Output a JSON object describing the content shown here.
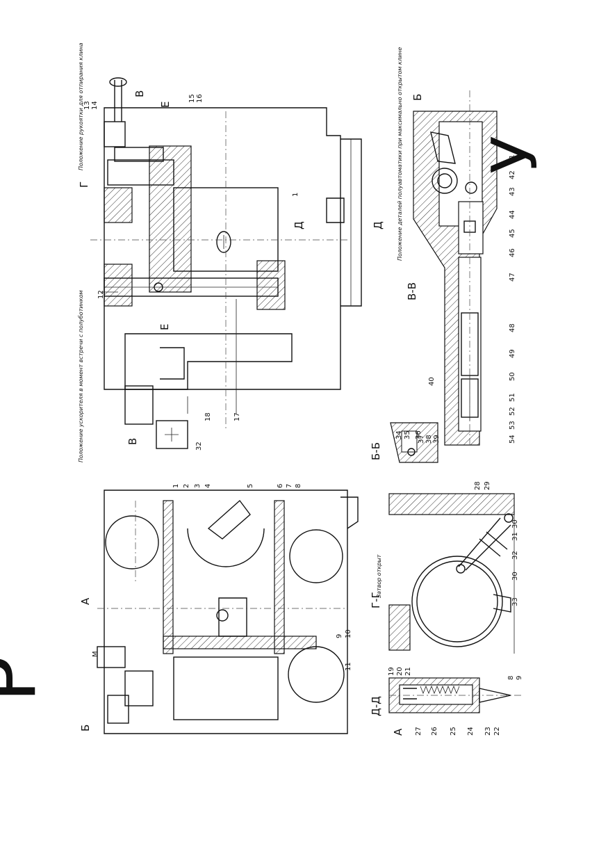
{
  "stamps": {
    "top_right": "У",
    "bottom_left": "Р"
  },
  "section_titles": {
    "bb": "Б-Б",
    "vv": "В-В",
    "gg": "Г-Г",
    "dd": "Д-Д"
  },
  "cut_letters": {
    "A": "А",
    "B": "Б",
    "V": "В",
    "G": "Г",
    "D": "Д",
    "E": "Е",
    "M": "М"
  },
  "notes": {
    "handle_position": "Положение рукоятки для отпирания клина",
    "accelerator_position": "Положение ускорителя в момент встречи с полуботинком",
    "semi_auto_parts": "Положение деталей полуавтоматики при максимально открытом клине",
    "breech_open": "Затвор открыт"
  },
  "part_numbers": {
    "top_view": [
      "1",
      "12",
      "13",
      "14",
      "15",
      "16",
      "17",
      "18",
      "32"
    ],
    "vv": [
      "37",
      "38",
      "39",
      "40",
      "41",
      "42",
      "43",
      "44",
      "45",
      "46",
      "47",
      "48",
      "49",
      "50",
      "51",
      "52",
      "53",
      "54"
    ],
    "bb": [
      "34",
      "35",
      "36"
    ],
    "front": [
      "1",
      "2",
      "3",
      "4",
      "5",
      "6",
      "7",
      "8",
      "9",
      "10",
      "11"
    ],
    "gg": [
      "28",
      "29",
      "30",
      "30",
      "31",
      "32",
      "33"
    ],
    "dd": [
      "19",
      "20",
      "21",
      "22",
      "23",
      "24",
      "25",
      "26",
      "27"
    ],
    "scale": [
      "8",
      "9"
    ]
  }
}
